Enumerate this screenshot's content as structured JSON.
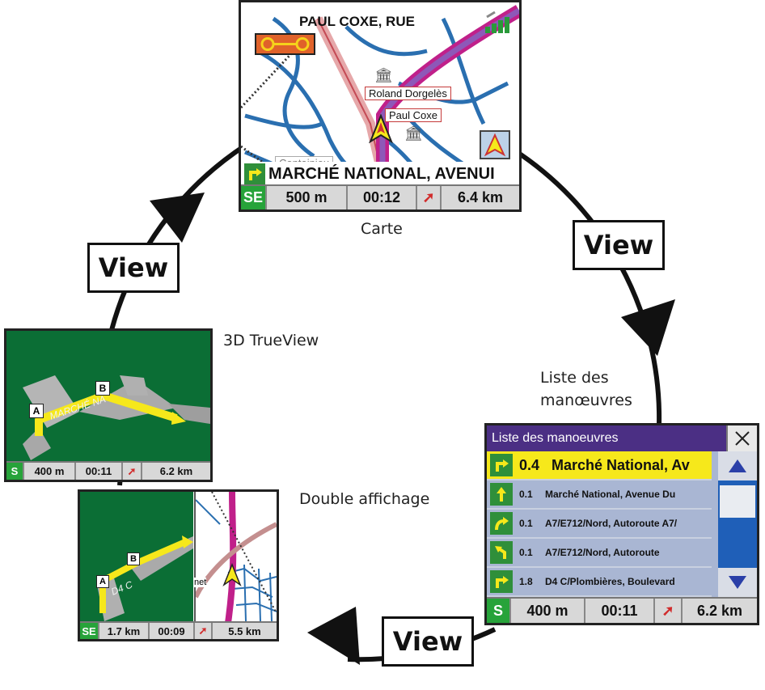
{
  "views": {
    "carte": {
      "caption": "Carte",
      "street_top": "PAUL COXE, RUE",
      "poi_1": "Roland Dorgelès",
      "poi_2": "Paul Coxe",
      "poi_3": "Containieu",
      "next_street": "MARCHÉ NATIONAL, AVENUI",
      "status": {
        "dir": "SE",
        "dist": "500 m",
        "time": "00:12",
        "remaining": "6.4 km"
      }
    },
    "maneuvers": {
      "caption_line1": "Liste des",
      "caption_line2": "manœuvres",
      "header": "Liste des manoeuvres",
      "rows": [
        {
          "dist": "0.4",
          "text": "Marché National, Av"
        },
        {
          "dist": "0.1",
          "text": "Marché National, Avenue Du"
        },
        {
          "dist": "0.1",
          "text": "A7/E712/Nord, Autoroute A7/"
        },
        {
          "dist": "0.1",
          "text": "A7/E712/Nord, Autoroute"
        },
        {
          "dist": "1.8",
          "text": "D4 C/Plombières, Boulevard"
        }
      ],
      "status": {
        "dir": "S",
        "dist": "400 m",
        "time": "00:11",
        "remaining": "6.2 km"
      }
    },
    "trueview": {
      "caption": "3D TrueView",
      "marker_a": "A",
      "marker_b": "B",
      "road_label": "MARCHÉ NA",
      "status": {
        "dir": "S",
        "dist": "400 m",
        "time": "00:11",
        "remaining": "6.2 km"
      }
    },
    "double": {
      "caption": "Double affichage",
      "marker_a": "A",
      "marker_b": "B",
      "road_label": "D4 C",
      "map_label": "net",
      "status": {
        "dir": "SE",
        "dist": "1.7 km",
        "time": "00:09",
        "remaining": "5.5 km"
      }
    }
  },
  "transitions": [
    "View",
    "View",
    "View"
  ],
  "colors": {
    "map_green": "#0b6e35",
    "route_magenta": "#c0208a",
    "road_blue": "#2a6fb0",
    "highlight_yellow": "#f6e81b",
    "header_purple": "#4b2f84"
  }
}
